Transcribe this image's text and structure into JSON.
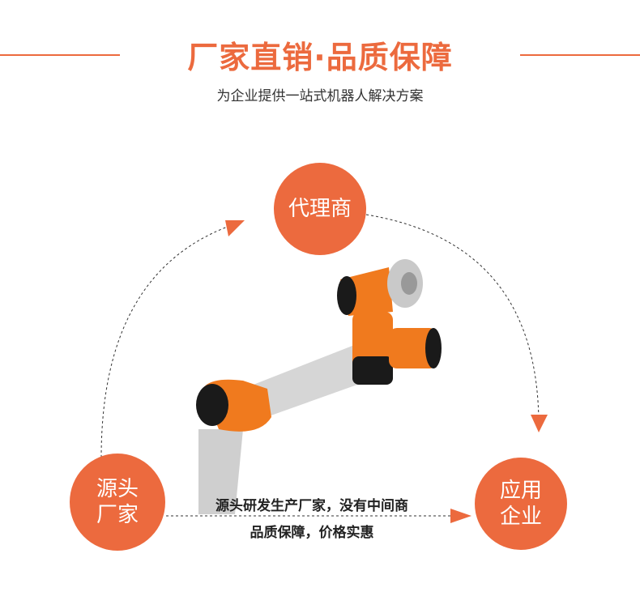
{
  "header": {
    "title": "厂家直销·品质保障",
    "subtitle": "为企业提供一站式机器人解决方案"
  },
  "nodes": {
    "top": {
      "label": "代理商"
    },
    "left": {
      "line1": "源头",
      "line2": "厂家"
    },
    "right": {
      "line1": "应用",
      "line2": "企业"
    }
  },
  "captions": {
    "line1": "源头研发生产厂家，没有中间商",
    "line2": "品质保障，价格实惠"
  },
  "colors": {
    "accent": "#ec6a3e"
  }
}
